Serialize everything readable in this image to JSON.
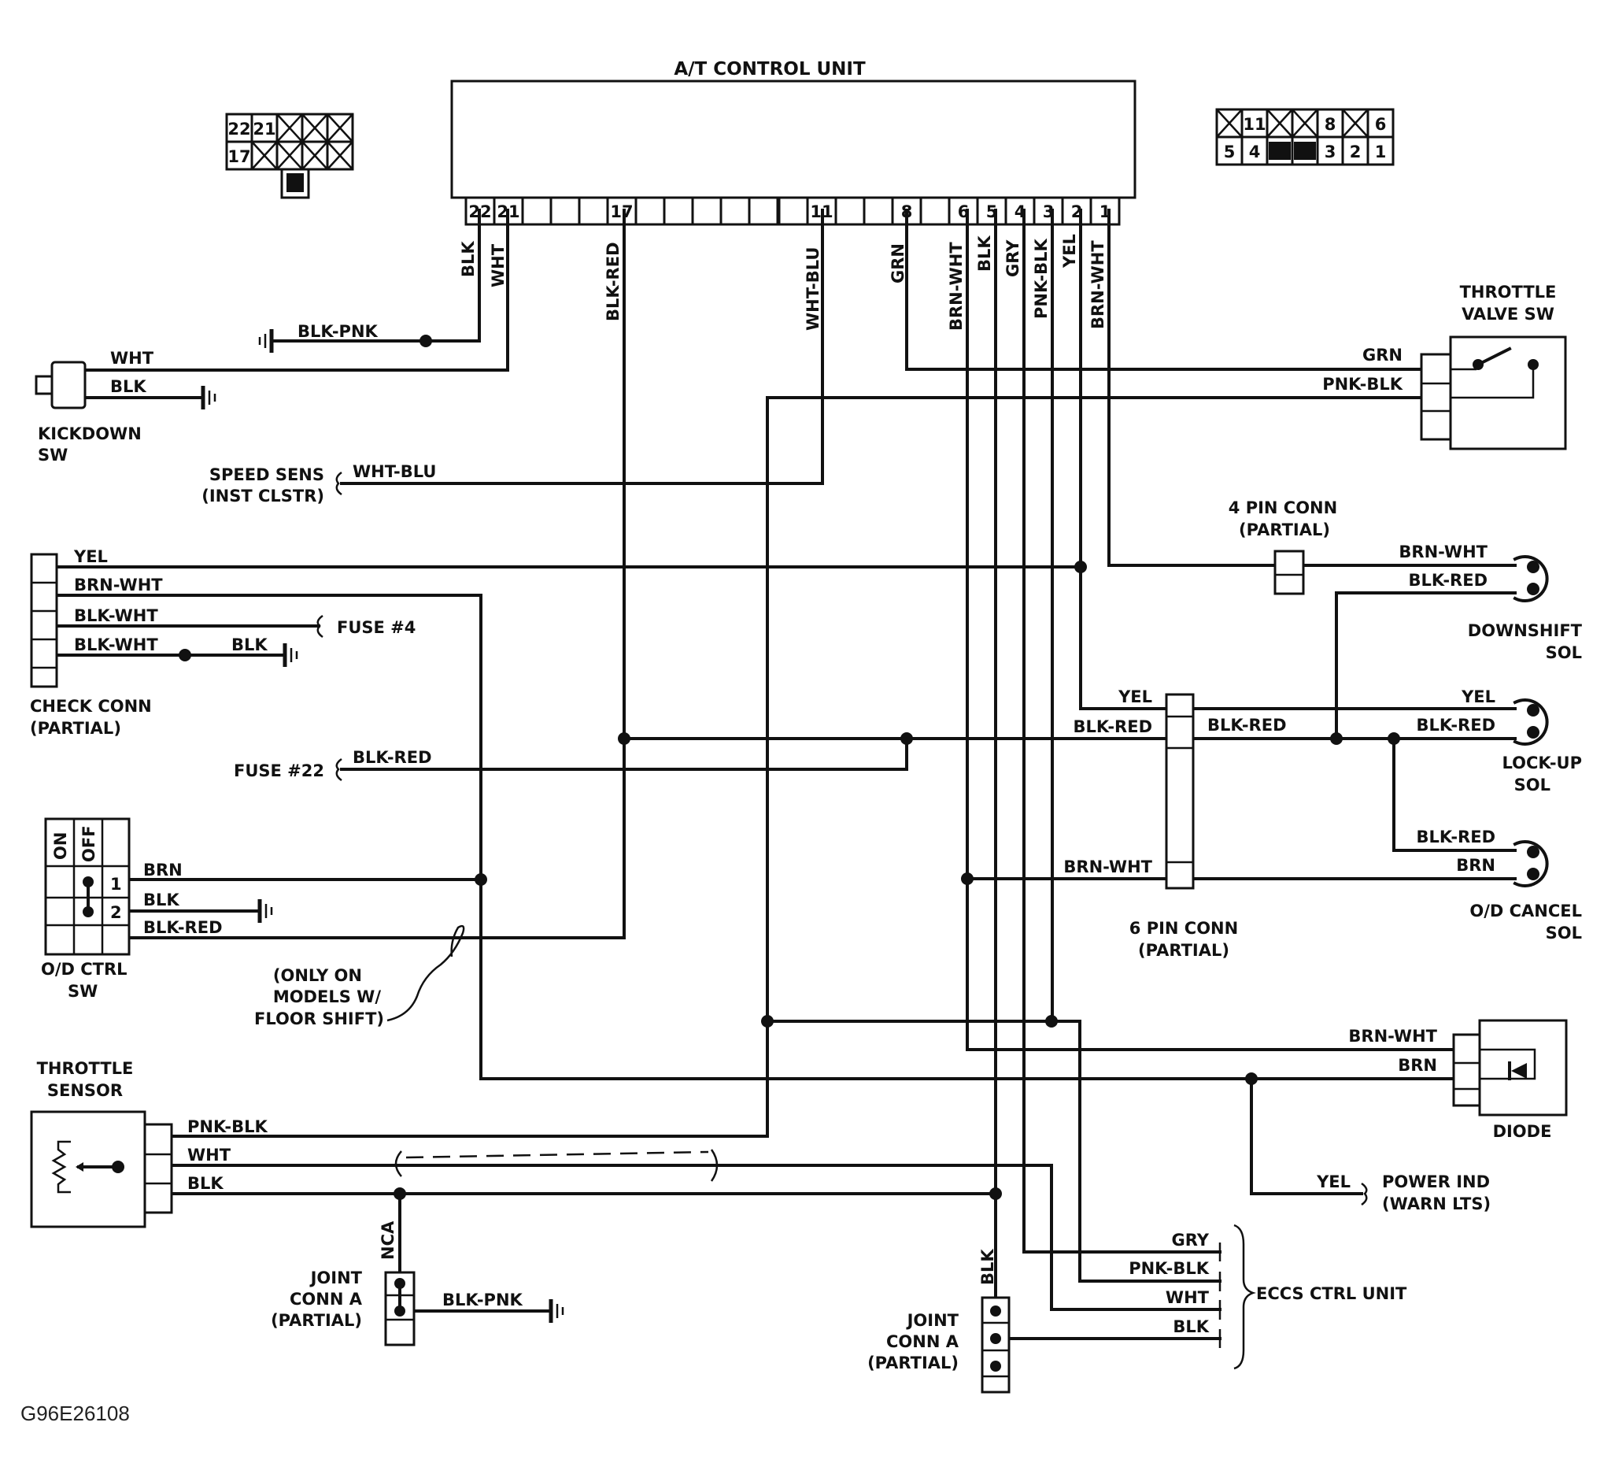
{
  "title": "A/T CONTROL UNIT",
  "figure_code": "G96E26108",
  "ecu_pins_left": [
    "22",
    "21",
    "",
    "",
    "",
    "17",
    "",
    "",
    "",
    "",
    ""
  ],
  "ecu_pins_right": [
    "",
    "11",
    "",
    "",
    "8",
    "",
    "6",
    "5",
    "4",
    "3",
    "2",
    "1"
  ],
  "ecu_wires": {
    "p22": "BLK",
    "p21": "WHT",
    "p17": "BLK-RED",
    "p11": "WHT-BLU",
    "p8": "GRN",
    "p6": "BRN-WHT",
    "p5": "BLK",
    "p4": "GRY",
    "p3": "PNK-BLK",
    "p2": "YEL",
    "p1": "BRN-WHT"
  },
  "connector_left": {
    "top": [
      "22",
      "21"
    ],
    "bottom": [
      "17"
    ]
  },
  "connector_right": {
    "top": [
      "11",
      "8",
      "6"
    ],
    "bottom": [
      "5",
      "4",
      "3",
      "2",
      "1"
    ]
  },
  "components": {
    "kickdown_sw": [
      "KICKDOWN",
      "SW"
    ],
    "speed_sens": [
      "SPEED SENS",
      "(INST CLSTR)"
    ],
    "check_conn": [
      "CHECK CONN",
      "(PARTIAL)"
    ],
    "fuse4": "FUSE #4",
    "fuse22": "FUSE #22",
    "od_ctrl_sw": [
      "O/D CTRL",
      "SW"
    ],
    "od_sw_labels": [
      "ON",
      "OFF"
    ],
    "od_sw_pins": [
      "1",
      "2"
    ],
    "floor_note": [
      "(ONLY ON",
      "MODELS W/",
      "FLOOR SHIFT)"
    ],
    "throttle_sensor": [
      "THROTTLE",
      "SENSOR"
    ],
    "joint_conn_a_left": [
      "JOINT",
      "CONN A",
      "(PARTIAL)"
    ],
    "joint_conn_a_mid": [
      "JOINT",
      "CONN A",
      "(PARTIAL)"
    ],
    "throttle_valve_sw": [
      "THROTTLE",
      "VALVE SW"
    ],
    "pin4_conn": [
      "4 PIN CONN",
      "(PARTIAL)"
    ],
    "downshift_sol": [
      "DOWNSHIFT",
      "SOL"
    ],
    "lockup_sol": [
      "LOCK-UP",
      "SOL"
    ],
    "od_cancel_sol": [
      "O/D CANCEL",
      "SOL"
    ],
    "pin6_conn": [
      "6 PIN CONN",
      "(PARTIAL)"
    ],
    "diode": "DIODE",
    "power_ind": [
      "POWER IND",
      "(WARN LTS)"
    ],
    "eccs": "ECCS CTRL UNIT"
  },
  "wire_labels": {
    "blk_pnk_top": "BLK-PNK",
    "kd_wht": "WHT",
    "kd_blk": "BLK",
    "speed_wht_blu": "WHT-BLU",
    "cc_yel": "YEL",
    "cc_brn_wht": "BRN-WHT",
    "cc_blk_wht1": "BLK-WHT",
    "cc_blk_wht2": "BLK-WHT",
    "cc_blk": "BLK",
    "fuse22_blk_red": "BLK-RED",
    "od_brn": "BRN",
    "od_blk": "BLK",
    "od_blk_red": "BLK-RED",
    "ts_pnk_blk": "PNK-BLK",
    "ts_wht": "WHT",
    "ts_blk": "BLK",
    "nca": "NCA",
    "jca_blk_pnk": "BLK-PNK",
    "jcm_blk": "BLK",
    "tv_grn": "GRN",
    "tv_pnk_blk": "PNK-BLK",
    "ds_brn_wht": "BRN-WHT",
    "ds_blk_red": "BLK-RED",
    "p6_yel": "YEL",
    "p6_blk_red_l": "BLK-RED",
    "p6_blk_red_r": "BLK-RED",
    "lu_yel": "YEL",
    "lu_blk_red": "BLK-RED",
    "odc_blk_red": "BLK-RED",
    "odc_brn": "BRN",
    "p6_brn_wht": "BRN-WHT",
    "d_brn_wht": "BRN-WHT",
    "d_brn": "BRN",
    "pi_yel": "YEL",
    "e_gry": "GRY",
    "e_pnk_blk": "PNK-BLK",
    "e_wht": "WHT",
    "e_blk": "BLK"
  }
}
